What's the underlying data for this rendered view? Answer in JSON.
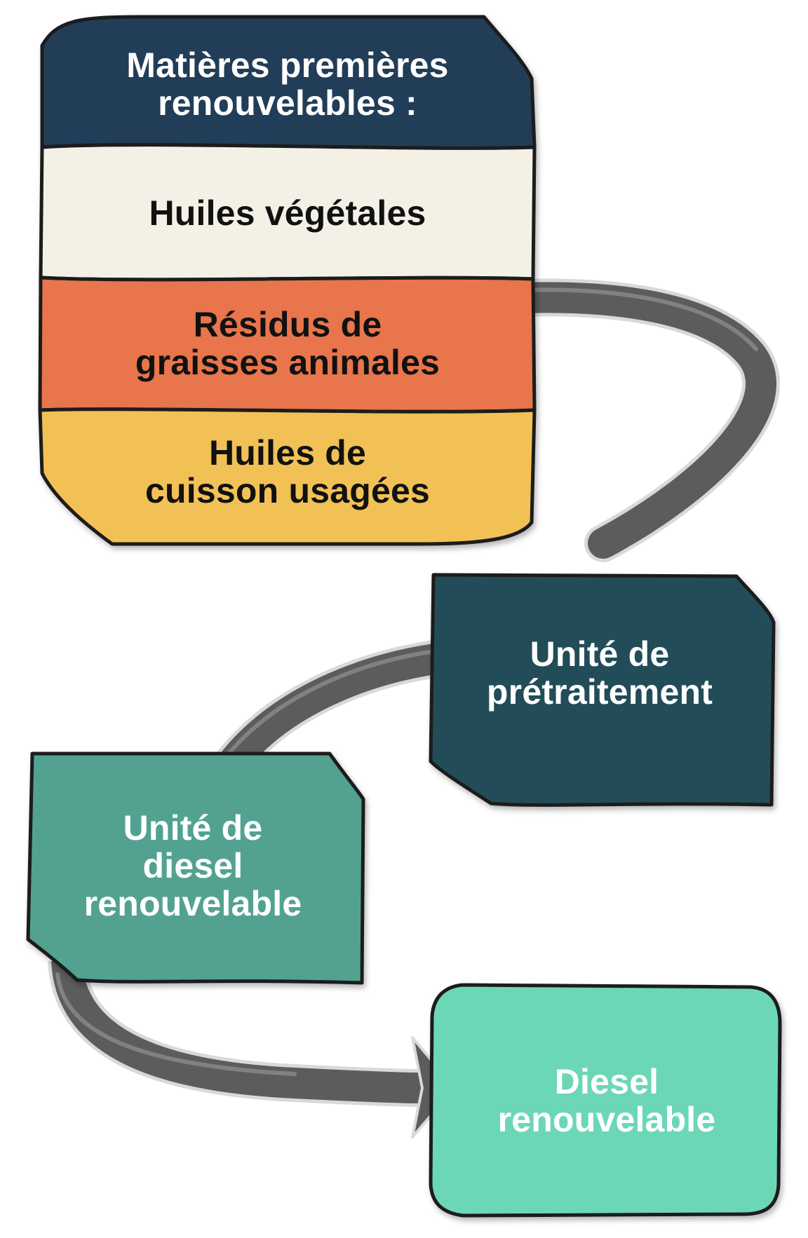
{
  "feedstock": {
    "header": "Matières premières\nrenouvelables :",
    "items": [
      "Huiles végétales",
      "Résidus de\ngraisses animales",
      "Huiles de\ncuisson usagées"
    ]
  },
  "pretreatment": {
    "label": "Unité de\nprétraitement"
  },
  "diesel_unit": {
    "label": "Unité de\ndiesel\nrenouvelable"
  },
  "output": {
    "label": "Diesel\nrenouvelable"
  },
  "colors": {
    "header_bg": "#233c58",
    "header_text": "#ffffff",
    "item1_bg": "#f3f0e6",
    "item2_bg": "#e8754b",
    "item3_bg": "#f2c155",
    "item_text": "#111111",
    "pretreatment_bg": "#244e58",
    "diesel_unit_bg": "#52a291",
    "output_bg": "#6cd7b6",
    "box_text": "#ffffff",
    "outline": "#1d1d1d",
    "pipe": "#5c5c5c",
    "pipe_highlight": "#8b8b8b"
  }
}
